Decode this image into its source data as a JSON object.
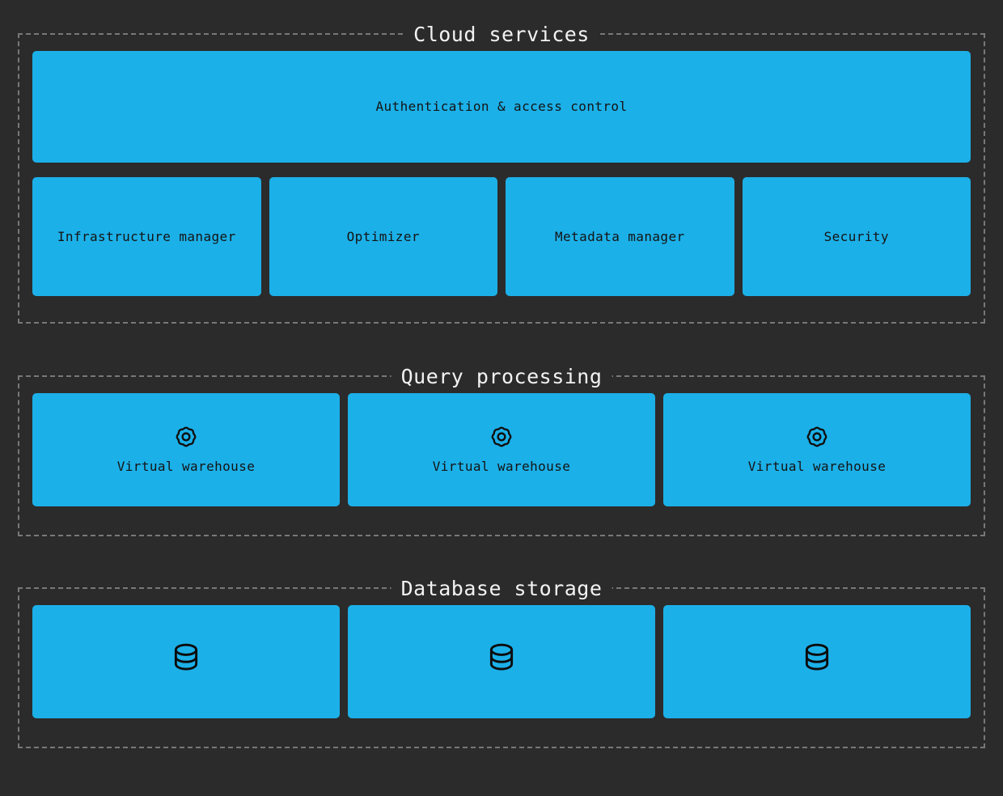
{
  "theme": {
    "background": "#2b2b2b",
    "node_fill": "#1cb0e8",
    "node_text": "#141414",
    "border_dashed": "#787878",
    "title_text": "#f2f2f2"
  },
  "sections": [
    {
      "id": "cloud-services",
      "title": "Cloud services",
      "rows": [
        {
          "nodes": [
            {
              "label": "Authentication & access control",
              "icon": null
            }
          ]
        },
        {
          "nodes": [
            {
              "label": "Infrastructure manager",
              "icon": null
            },
            {
              "label": "Optimizer",
              "icon": null
            },
            {
              "label": "Metadata manager",
              "icon": null
            },
            {
              "label": "Security",
              "icon": null
            }
          ]
        }
      ]
    },
    {
      "id": "query-processing",
      "title": "Query processing",
      "rows": [
        {
          "nodes": [
            {
              "label": "Virtual warehouse",
              "icon": "gear-icon"
            },
            {
              "label": "Virtual warehouse",
              "icon": "gear-icon"
            },
            {
              "label": "Virtual warehouse",
              "icon": "gear-icon"
            }
          ]
        }
      ]
    },
    {
      "id": "database-storage",
      "title": "Database storage",
      "rows": [
        {
          "nodes": [
            {
              "label": "",
              "icon": "database-icon"
            },
            {
              "label": "",
              "icon": "database-icon"
            },
            {
              "label": "",
              "icon": "database-icon"
            }
          ]
        }
      ]
    }
  ]
}
